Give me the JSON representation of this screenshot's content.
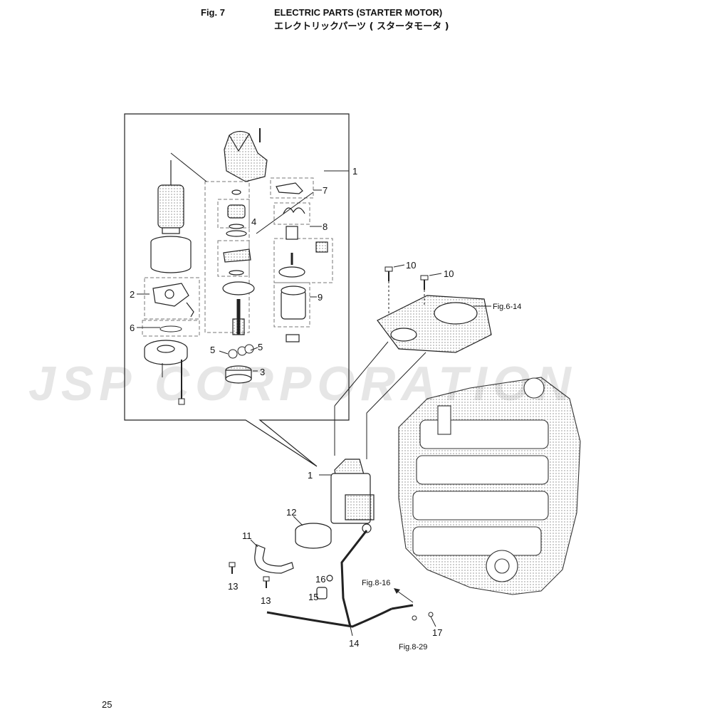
{
  "header": {
    "fig_label": "Fig. 7",
    "title": "ELECTRIC PARTS (STARTER MOTOR)",
    "subtitle": "エレクトリックパーツ ( スタータモータ )"
  },
  "watermark": "JSP CORPORATION",
  "page_number": "25",
  "callouts": {
    "c1a": "1",
    "c1b": "1",
    "c2": "2",
    "c3": "3",
    "c4": "4",
    "c5a": "5",
    "c5b": "5",
    "c6": "6",
    "c7": "7",
    "c8": "8",
    "c9": "9",
    "c10a": "10",
    "c10b": "10",
    "c11": "11",
    "c12": "12",
    "c13a": "13",
    "c13b": "13",
    "c14": "14",
    "c15": "15",
    "c16": "16",
    "c17": "17"
  },
  "references": {
    "fig6_14": "Fig.6-14",
    "fig8_16": "Fig.8-16",
    "fig8_29": "Fig.8-29"
  }
}
